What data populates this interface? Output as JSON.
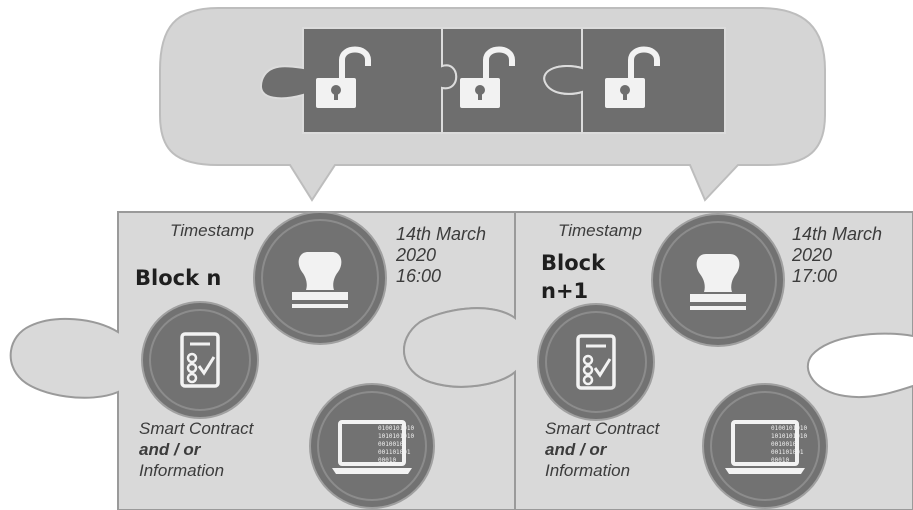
{
  "colors": {
    "bubble": "#d5d5d5",
    "bubble_outline": "#bdbdbd",
    "puzzle_dark": "#6e6e6e",
    "puzzle_dark_line": "#dcdcdc",
    "block_fill": "#d9d9d9",
    "block_outline": "#9a9a9a",
    "circle_fill": "#727272",
    "circle_ring": "#a0a0a0",
    "text": "#3c3c3c",
    "title_text": "#1f1f1f",
    "icon_light": "#f2f2f2"
  },
  "locks": [
    {
      "icon": "padlock-open-icon"
    },
    {
      "icon": "padlock-open-icon"
    },
    {
      "icon": "padlock-open-icon"
    }
  ],
  "blocks": [
    {
      "timestamp_label": "Timestamp",
      "title_line1": "Block n",
      "title_line2": "",
      "date_line1": "14th March",
      "date_line2": "2020",
      "time": "16:00",
      "info_line1": "Smart Contract",
      "info_line2": "and / or",
      "info_line3": "Information",
      "binary_lines": [
        "0100101010",
        "1010101010",
        "0010010",
        "001101001",
        "00010"
      ],
      "icons": [
        "stamp-icon",
        "contract-document-icon",
        "laptop-icon"
      ]
    },
    {
      "timestamp_label": "Timestamp",
      "title_line1": "Block",
      "title_line2": "n+1",
      "date_line1": "14th March",
      "date_line2": "2020",
      "time": "17:00",
      "info_line1": "Smart Contract",
      "info_line2": "and / or",
      "info_line3": "Information",
      "binary_lines": [
        "0100101010",
        "1010101010",
        "0010010",
        "001101001",
        "00010"
      ],
      "icons": [
        "stamp-icon",
        "contract-document-icon",
        "laptop-icon"
      ]
    }
  ]
}
